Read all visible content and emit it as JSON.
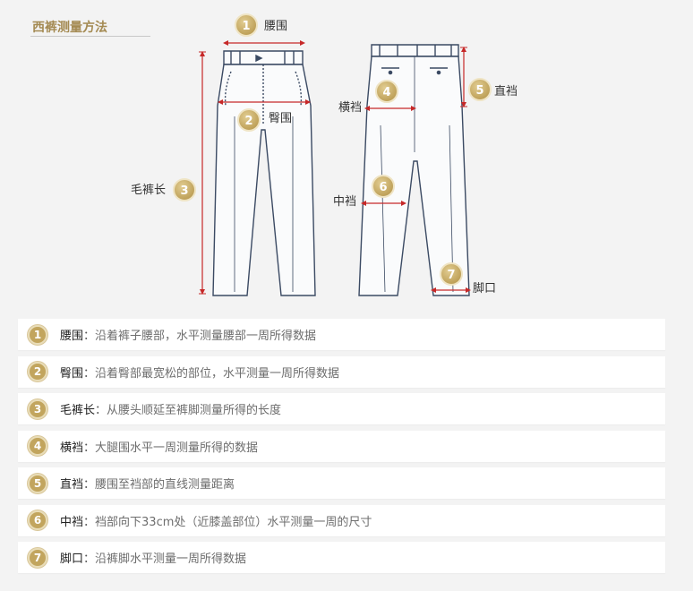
{
  "title": "西裤测量方法",
  "labels": {
    "waist": "腰围",
    "hip": "臀围",
    "length": "毛裤长",
    "thigh": "横裆",
    "rise": "直裆",
    "knee": "中裆",
    "hem": "脚口"
  },
  "badges": [
    "1",
    "2",
    "3",
    "4",
    "5",
    "6",
    "7"
  ],
  "separator": "：",
  "items": [
    {
      "number": "1",
      "term": "腰围",
      "desc": "沿着裤子腰部，水平测量腰部一周所得数据"
    },
    {
      "number": "2",
      "term": "臀围",
      "desc": "沿着臀部最宽松的部位，水平测量一周所得数据"
    },
    {
      "number": "3",
      "term": "毛裤长",
      "desc": "从腰头顺延至裤脚测量所得的长度"
    },
    {
      "number": "4",
      "term": "横裆",
      "desc": "大腿围水平一周测量所得的数据"
    },
    {
      "number": "5",
      "term": "直裆",
      "desc": "腰围至裆部的直线测量距离"
    },
    {
      "number": "6",
      "term": "中裆",
      "desc": "裆部向下33cm处（近膝盖部位）水平测量一周的尺寸"
    },
    {
      "number": "7",
      "term": "脚口",
      "desc": "沿裤脚水平测量一周所得数据"
    }
  ],
  "colors": {
    "accent": "#c2a55e",
    "measure": "#c62828",
    "outline": "#3b4a63",
    "title": "#a48a52"
  }
}
